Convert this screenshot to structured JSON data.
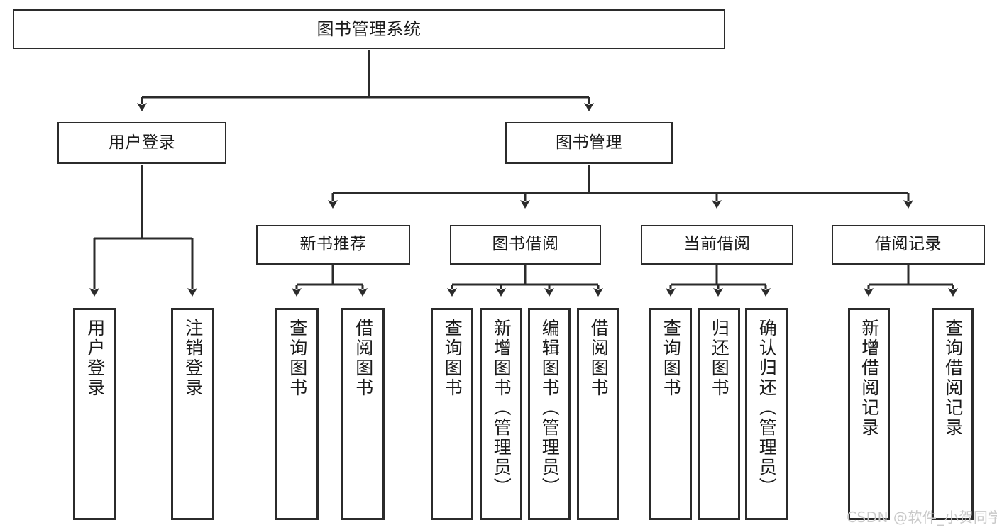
{
  "diagram": {
    "type": "tree",
    "title": "图书管理系统",
    "orientation": "top-down",
    "style": {
      "box_fill": "#ffffff",
      "box_stroke": "#2b2b2b",
      "text_color": "#1a1a1a",
      "edge_color": "#2b2b2b",
      "watermark_color": "#c9c9c9"
    }
  },
  "watermark": {
    "text": "CSDN @软件_小贺同学"
  },
  "nodes": {
    "root": {
      "label": "图书管理系统",
      "level": 1
    },
    "level2": [
      {
        "label": "用户登录",
        "level": 2
      },
      {
        "label": "图书管理",
        "level": 2
      }
    ],
    "level3": [
      {
        "label": "新书推荐",
        "level": 3
      },
      {
        "label": "图书借阅",
        "level": 3
      },
      {
        "label": "当前借阅",
        "level": 3
      },
      {
        "label": "借阅记录",
        "level": 3
      }
    ],
    "leaves": {
      "user_login": [
        {
          "label": "用户登录"
        },
        {
          "label": "注销登录"
        }
      ],
      "new_book_recommend": [
        {
          "label": "查询图书"
        },
        {
          "label": "借阅图书"
        }
      ],
      "book_borrow": [
        {
          "label": "查询图书"
        },
        {
          "label": "新增图书（管理员）"
        },
        {
          "label": "编辑图书（管理员）"
        },
        {
          "label": "借阅图书"
        }
      ],
      "current_borrow": [
        {
          "label": "查询图书"
        },
        {
          "label": "归还图书"
        },
        {
          "label": "确认归还（管理员）"
        }
      ],
      "borrow_record": [
        {
          "label": "新增借阅记录"
        },
        {
          "label": "查询借阅记录"
        }
      ]
    }
  }
}
